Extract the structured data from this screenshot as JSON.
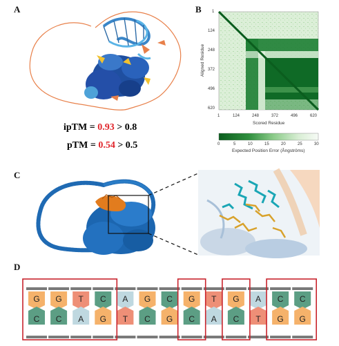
{
  "panels": {
    "a": "A",
    "b": "B",
    "c": "C",
    "d": "D"
  },
  "metrics": {
    "iptm": {
      "label": "ipTM",
      "eq": " = ",
      "value": "0.93",
      "rest": " > 0.8"
    },
    "ptm": {
      "label": "pTM",
      "eq": " = ",
      "value": "0.54",
      "rest": " > 0.5"
    },
    "highlight_color": "#e0252b"
  },
  "pae_plot": {
    "y_axis_title": "Aligned Residue",
    "x_axis_title": "Scored Residue",
    "y_ticks": [
      "1",
      "124",
      "248",
      "372",
      "496",
      "620"
    ],
    "x_ticks": [
      "1",
      "124",
      "248",
      "372",
      "496",
      "620"
    ],
    "colorbar_ticks": [
      "0",
      "5",
      "10",
      "15",
      "20",
      "25",
      "30"
    ],
    "colorbar_title": "Expected Position Error (Ångströms)",
    "colormap": [
      "#0b5d1e",
      "#2f8f3e",
      "#6fbf73",
      "#b4deb0",
      "#e6f3e3",
      "#f7fbf6"
    ]
  },
  "dna_sequence": {
    "top": [
      "G",
      "G",
      "T",
      "C",
      "A",
      "G",
      "C",
      "G",
      "T",
      "G",
      "A",
      "C",
      "C"
    ],
    "bottom": [
      "C",
      "C",
      "A",
      "G",
      "T",
      "C",
      "G",
      "C",
      "A",
      "C",
      "T",
      "G",
      "G"
    ],
    "base_colors": {
      "G": "#f5b26b",
      "C": "#5c9e84",
      "T": "#ee8f77",
      "A": "#bfd8e0"
    },
    "highlight_boxes": [
      [
        0,
        3
      ],
      [
        7,
        7
      ],
      [
        9,
        9
      ],
      [
        11,
        12
      ]
    ],
    "box_color": "#c8232c"
  }
}
